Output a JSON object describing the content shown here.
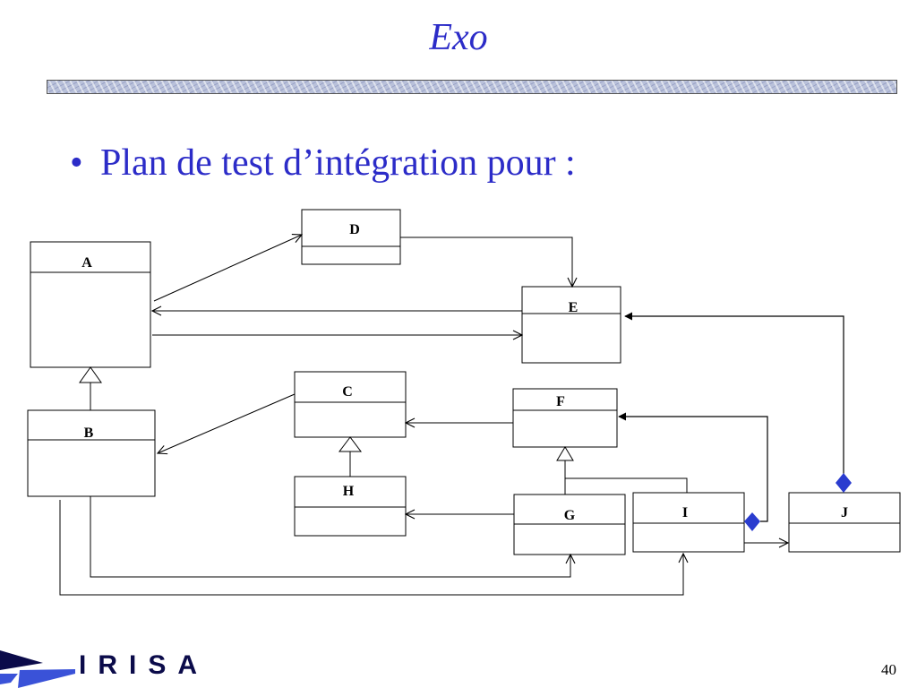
{
  "slide": {
    "title": "Exo",
    "bullet_symbol": "•",
    "bullet": "Plan de test d’intégration pour :",
    "page_number": "40"
  },
  "diagram": {
    "classes": [
      {
        "id": "A",
        "label": "A"
      },
      {
        "id": "B",
        "label": "B"
      },
      {
        "id": "C",
        "label": "C"
      },
      {
        "id": "D",
        "label": "D"
      },
      {
        "id": "E",
        "label": "E"
      },
      {
        "id": "F",
        "label": "F"
      },
      {
        "id": "G",
        "label": "G"
      },
      {
        "id": "H",
        "label": "H"
      },
      {
        "id": "I",
        "label": "I"
      },
      {
        "id": "J",
        "label": "J"
      }
    ],
    "relations": [
      {
        "from": "A",
        "to": "D",
        "kind": "dependency"
      },
      {
        "from": "A",
        "to": "E",
        "kind": "dependency"
      },
      {
        "from": "E",
        "to": "A",
        "kind": "dependency"
      },
      {
        "from": "D",
        "to": "E",
        "kind": "dependency"
      },
      {
        "from": "B",
        "to": "A",
        "kind": "inheritance"
      },
      {
        "from": "C",
        "to": "B",
        "kind": "dependency"
      },
      {
        "from": "H",
        "to": "C",
        "kind": "inheritance"
      },
      {
        "from": "F",
        "to": "C",
        "kind": "dependency"
      },
      {
        "from": "G",
        "to": "F",
        "kind": "inheritance"
      },
      {
        "from": "I",
        "to": "F",
        "kind": "inheritance"
      },
      {
        "from": "G",
        "to": "H",
        "kind": "dependency"
      },
      {
        "from": "B",
        "to": "G",
        "kind": "dependency"
      },
      {
        "from": "B",
        "to": "I",
        "kind": "dependency"
      },
      {
        "from": "I",
        "to": "F",
        "kind": "aggregation"
      },
      {
        "from": "I",
        "to": "J",
        "kind": "dependency"
      },
      {
        "from": "J",
        "to": "E",
        "kind": "aggregation"
      }
    ]
  },
  "logo": {
    "text": "IRISA"
  },
  "colors": {
    "title": "#2c2cc8",
    "diamond": "#2a3ccf",
    "logo": "#0b0b4a"
  }
}
